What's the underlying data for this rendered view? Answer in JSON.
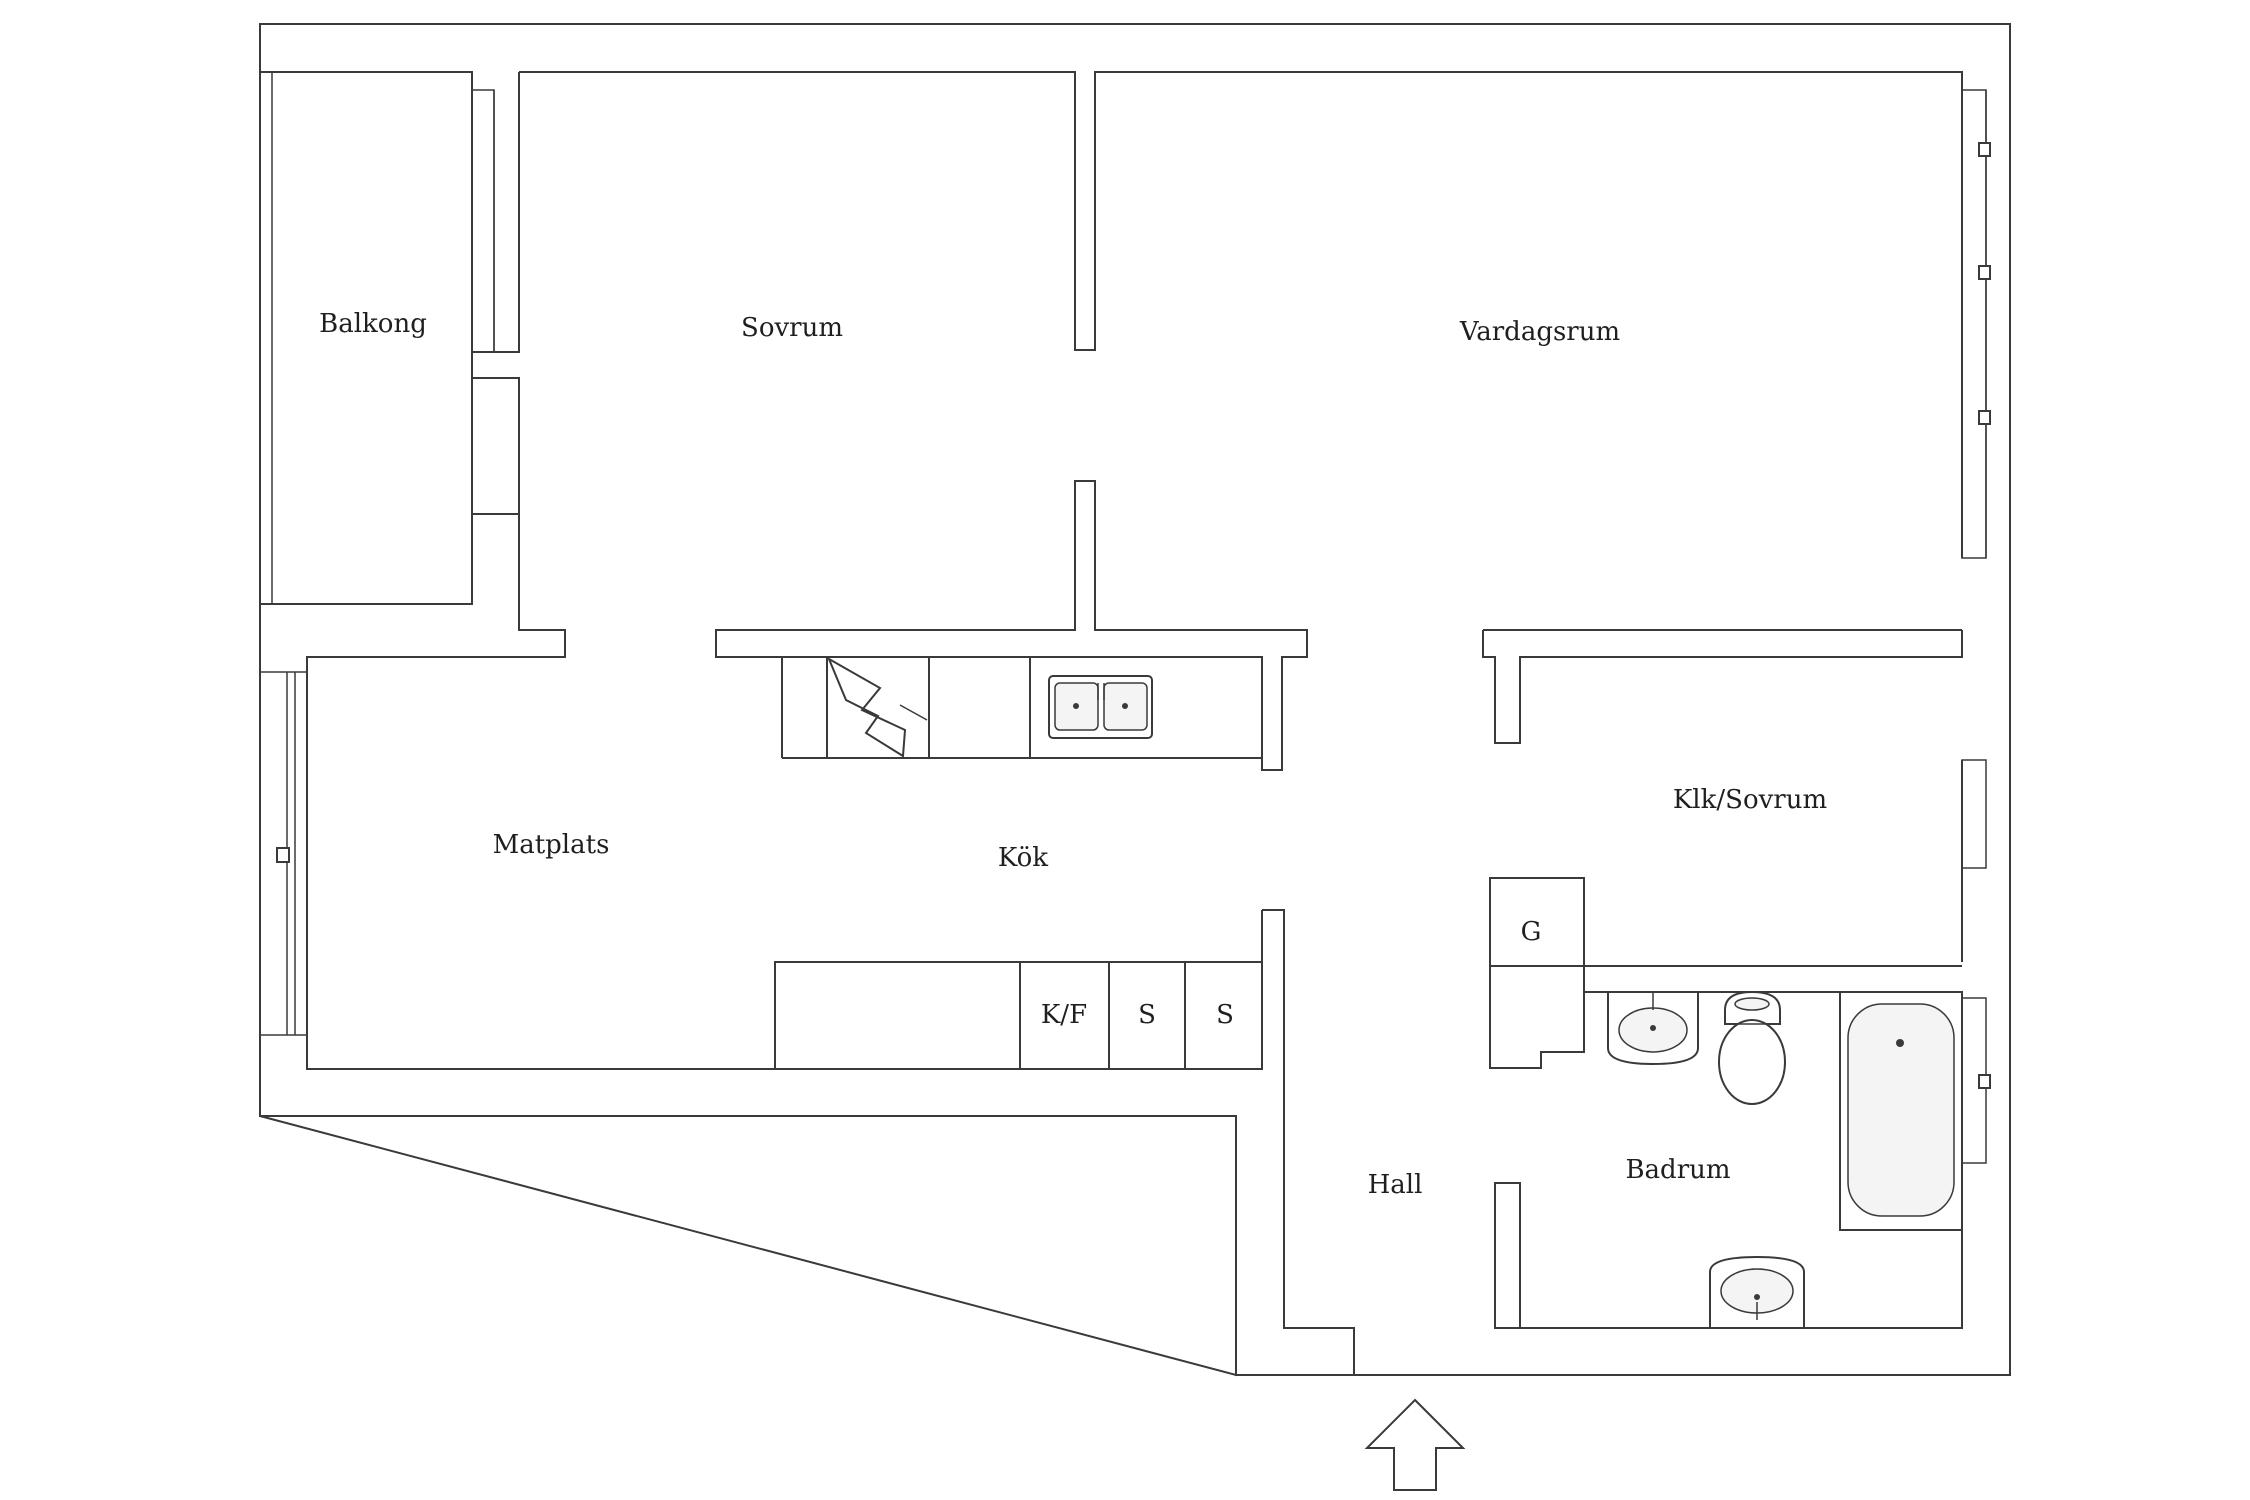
{
  "rooms": {
    "balkong": "Balkong",
    "sovrum": "Sovrum",
    "vardagsrum": "Vardagsrum",
    "matplats": "Matplats",
    "kok": "Kök",
    "klk_sovrum": "Klk/Sovrum",
    "hall": "Hall",
    "badrum": "Badrum"
  },
  "appliances": {
    "garderob": "G",
    "kyl_frys": "K/F",
    "skap_1": "S",
    "skap_2": "S"
  },
  "icons": {
    "entrance": "entrance-arrow-icon",
    "stove": "stove-icon",
    "sink": "kitchen-sink-icon",
    "bathtub": "bathtub-icon",
    "toilet": "toilet-icon",
    "washbasin": "washbasin-icon"
  }
}
